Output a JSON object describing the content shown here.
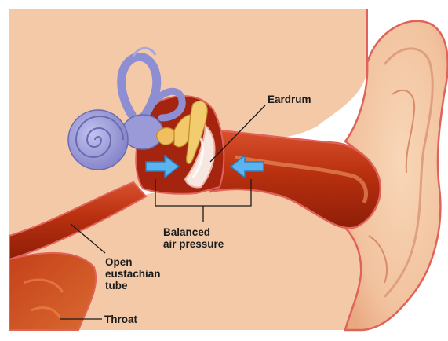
{
  "labels": {
    "eardrum": "Eardrum",
    "balanced_line1": "Balanced",
    "balanced_line2": "air pressure",
    "tube_line1": "Open",
    "tube_line2": "eustachian",
    "tube_line3": "tube",
    "throat": "Throat"
  },
  "colors": {
    "skin": "#f4c9a8",
    "skin_outline": "#e0635a",
    "canal": "#b42a12",
    "canal_highlight": "#e06a3a",
    "inner_ear": "#9a9ad8",
    "ossicles": "#f0c060",
    "arrow": "#5ab4f0",
    "background": "#ffffff"
  }
}
